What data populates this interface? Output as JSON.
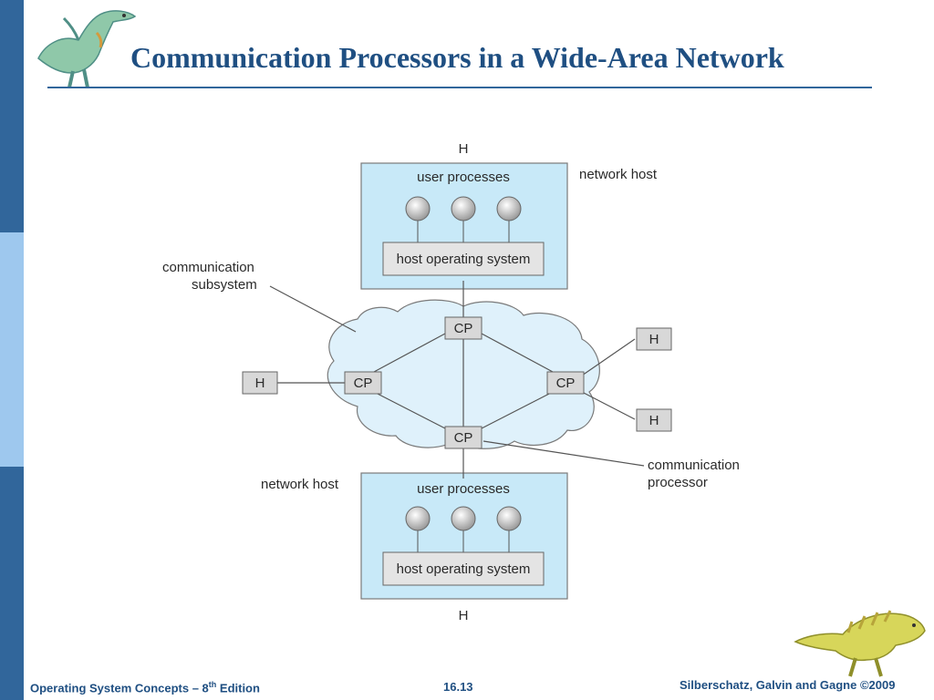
{
  "slide": {
    "title": "Communication Processors in a Wide-Area Network",
    "colors": {
      "sidebar_dark": "#31669b",
      "sidebar_light": "#9ec8ee",
      "title": "#1f4f82",
      "host_box": "#c8e9f8",
      "cloud": "#dff1fb"
    }
  },
  "diagram": {
    "host_top_label": "H",
    "host_bottom_label": "H",
    "host_left_label": "H",
    "host_right_top_label": "H",
    "host_right_bottom_label": "H",
    "user_processes_top": "user processes",
    "user_processes_bottom": "user processes",
    "host_os_top": "host operating system",
    "host_os_bottom": "host operating system",
    "network_host_top": "network host",
    "network_host_bottom": "network host",
    "cp_top": "CP",
    "cp_left": "CP",
    "cp_right": "CP",
    "cp_bottom": "CP",
    "comm_subsystem_line1": "communication",
    "comm_subsystem_line2": "subsystem",
    "comm_processor_line1": "communication",
    "comm_processor_line2": "processor"
  },
  "footer": {
    "book_prefix": "Operating System Concepts – 8",
    "book_sup": "th",
    "book_suffix": " Edition",
    "page": "16.13",
    "copyright": "Silberschatz, Galvin and Gagne ©2009"
  }
}
